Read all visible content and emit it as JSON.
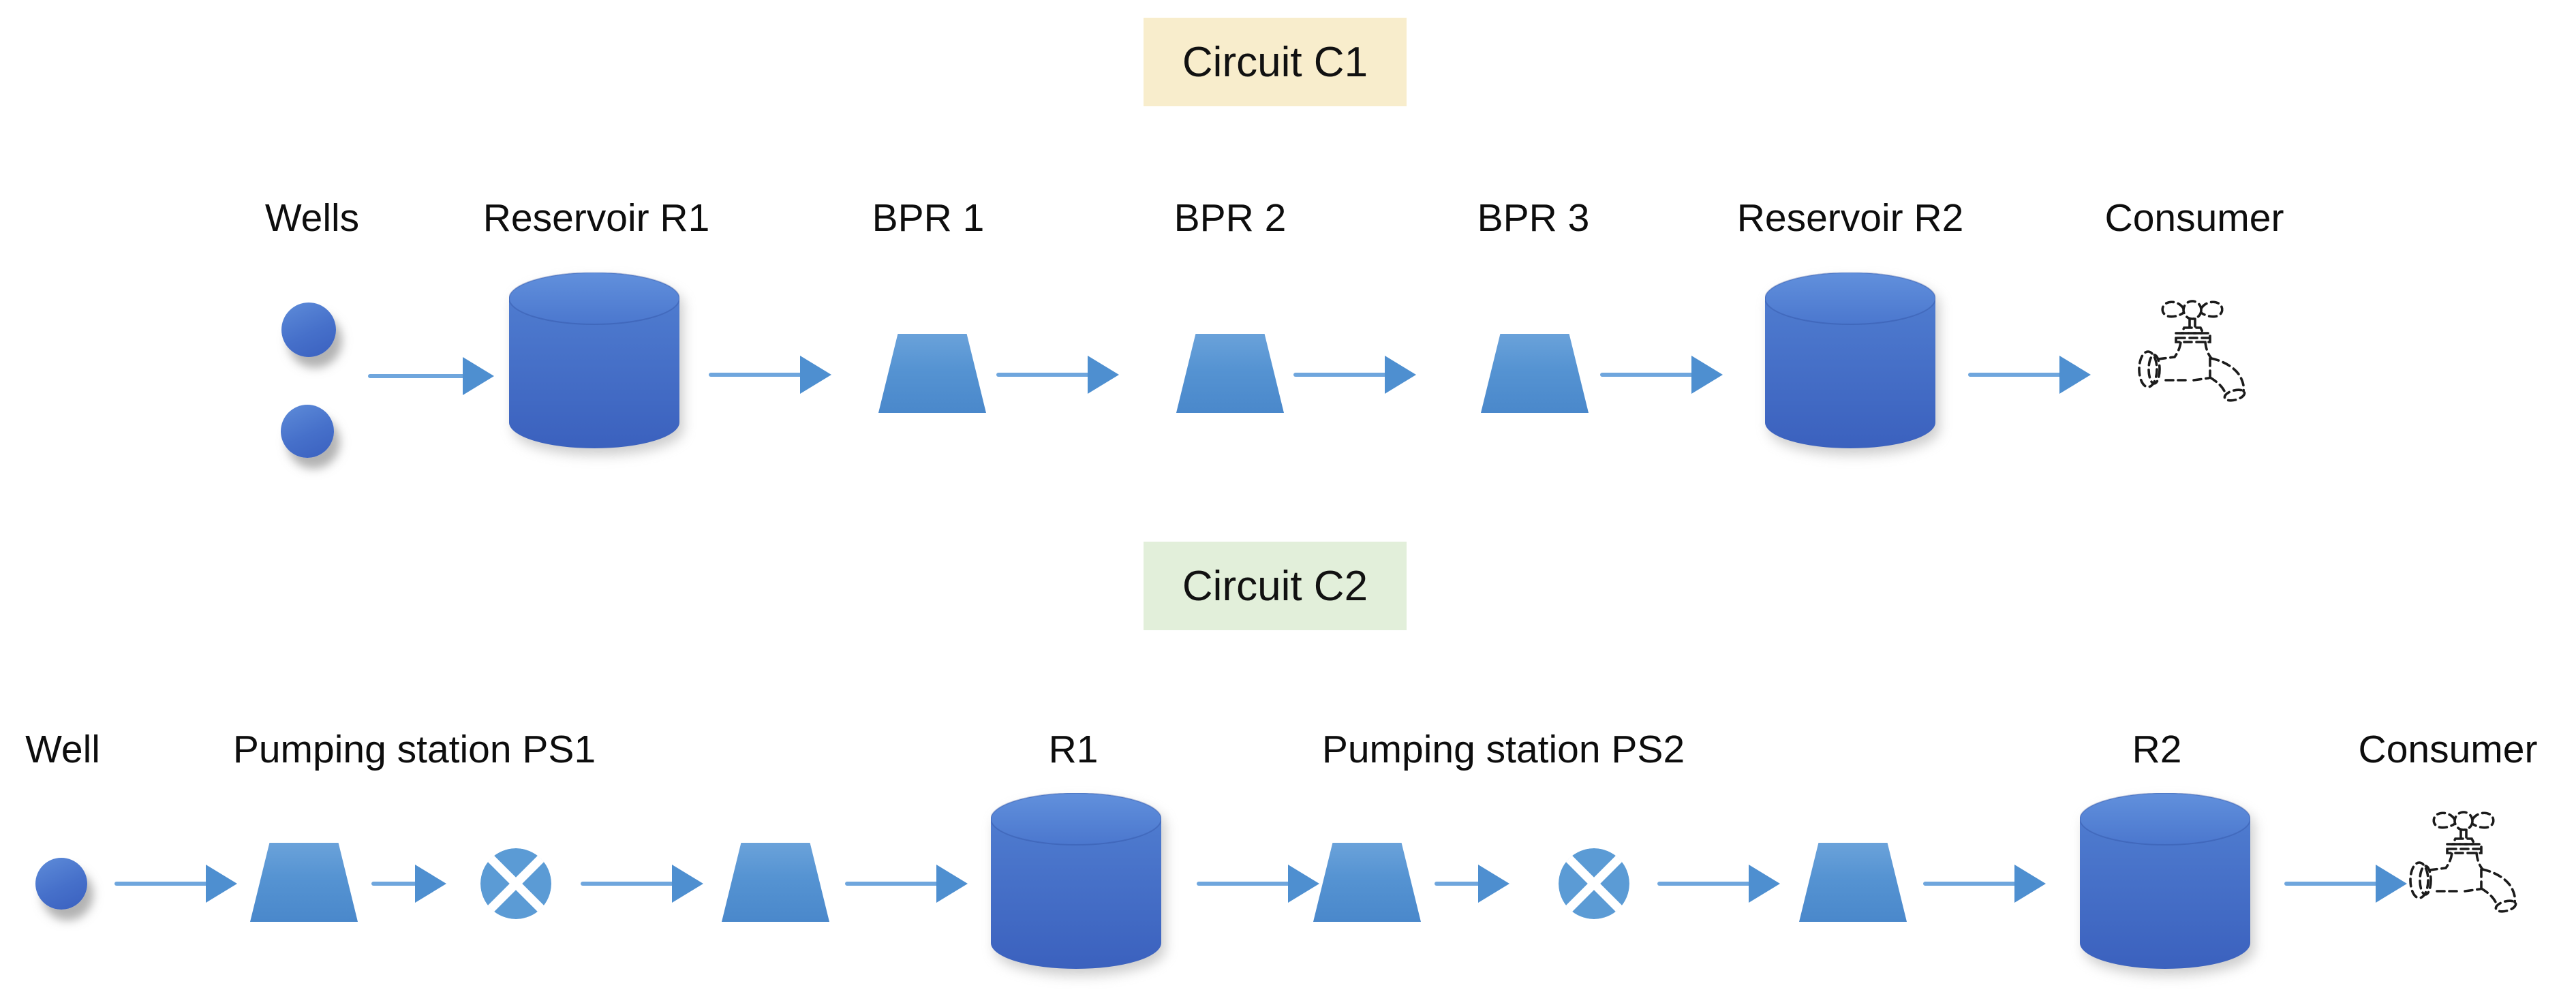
{
  "circuit1": {
    "title": "Circuit C1",
    "title_bg": "#F8EDCC",
    "labels": {
      "wells": "Wells",
      "reservoir_r1": "Reservoir R1",
      "bpr1": "BPR 1",
      "bpr2": "BPR 2",
      "bpr3": "BPR 3",
      "reservoir_r2": "Reservoir R2",
      "consumer": "Consumer"
    }
  },
  "circuit2": {
    "title": "Circuit C2",
    "title_bg": "#E2EFDA",
    "labels": {
      "well": "Well",
      "ps1": "Pumping station PS1",
      "r1": "R1",
      "ps2": "Pumping station PS2",
      "r2": "R2",
      "consumer": "Consumer"
    }
  },
  "colors": {
    "reservoir_fill_top": "#5280D2",
    "reservoir_fill_bottom": "#3B61BE",
    "pump_fill": "#5593D2",
    "valve_fill": "#5B9BD5",
    "arrow_color": "#5B9BD5",
    "text_color": "#0d0d0d"
  }
}
